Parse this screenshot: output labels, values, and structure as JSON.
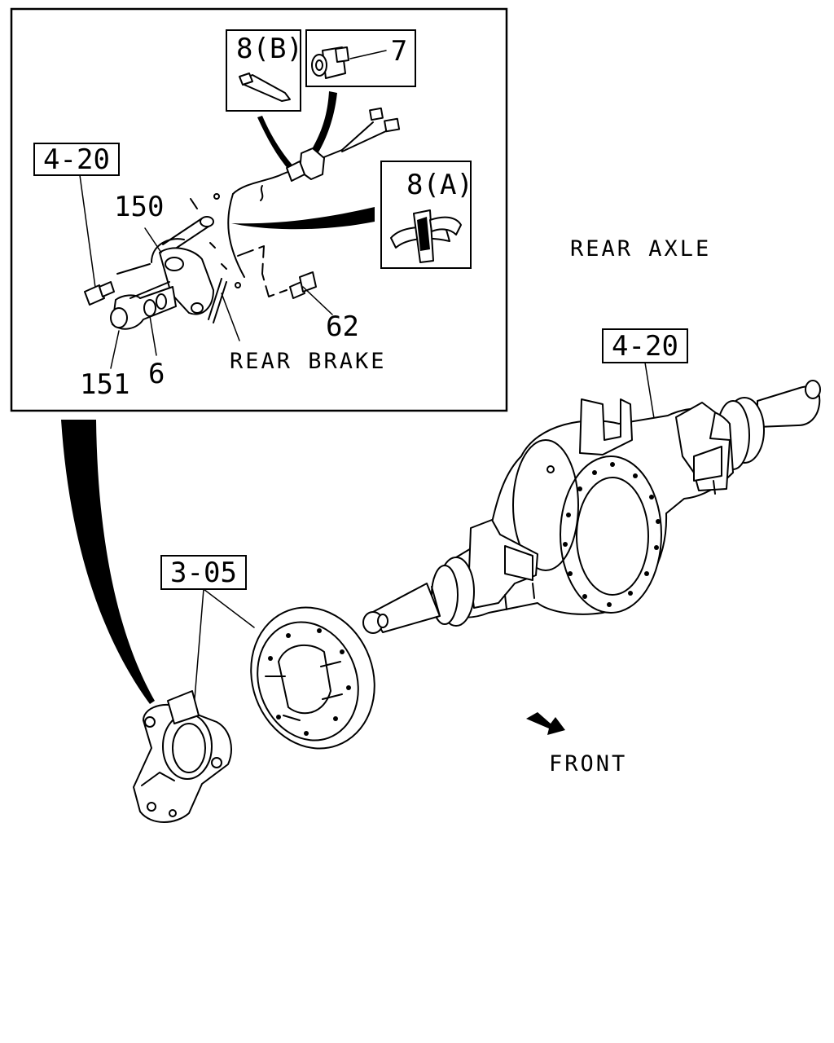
{
  "labels": {
    "ref_4_20_detail": "4-20",
    "ref_4_20_axle": "4-20",
    "ref_3_05": "3-05",
    "part_8b": "8(B)",
    "part_7": "7",
    "part_8a": "8(A)",
    "part_150": "150",
    "part_151": "151",
    "part_6": "6",
    "part_62": "62",
    "rear_brake": "REAR BRAKE",
    "rear_axle": "REAR AXLE",
    "front": "FRONT"
  }
}
